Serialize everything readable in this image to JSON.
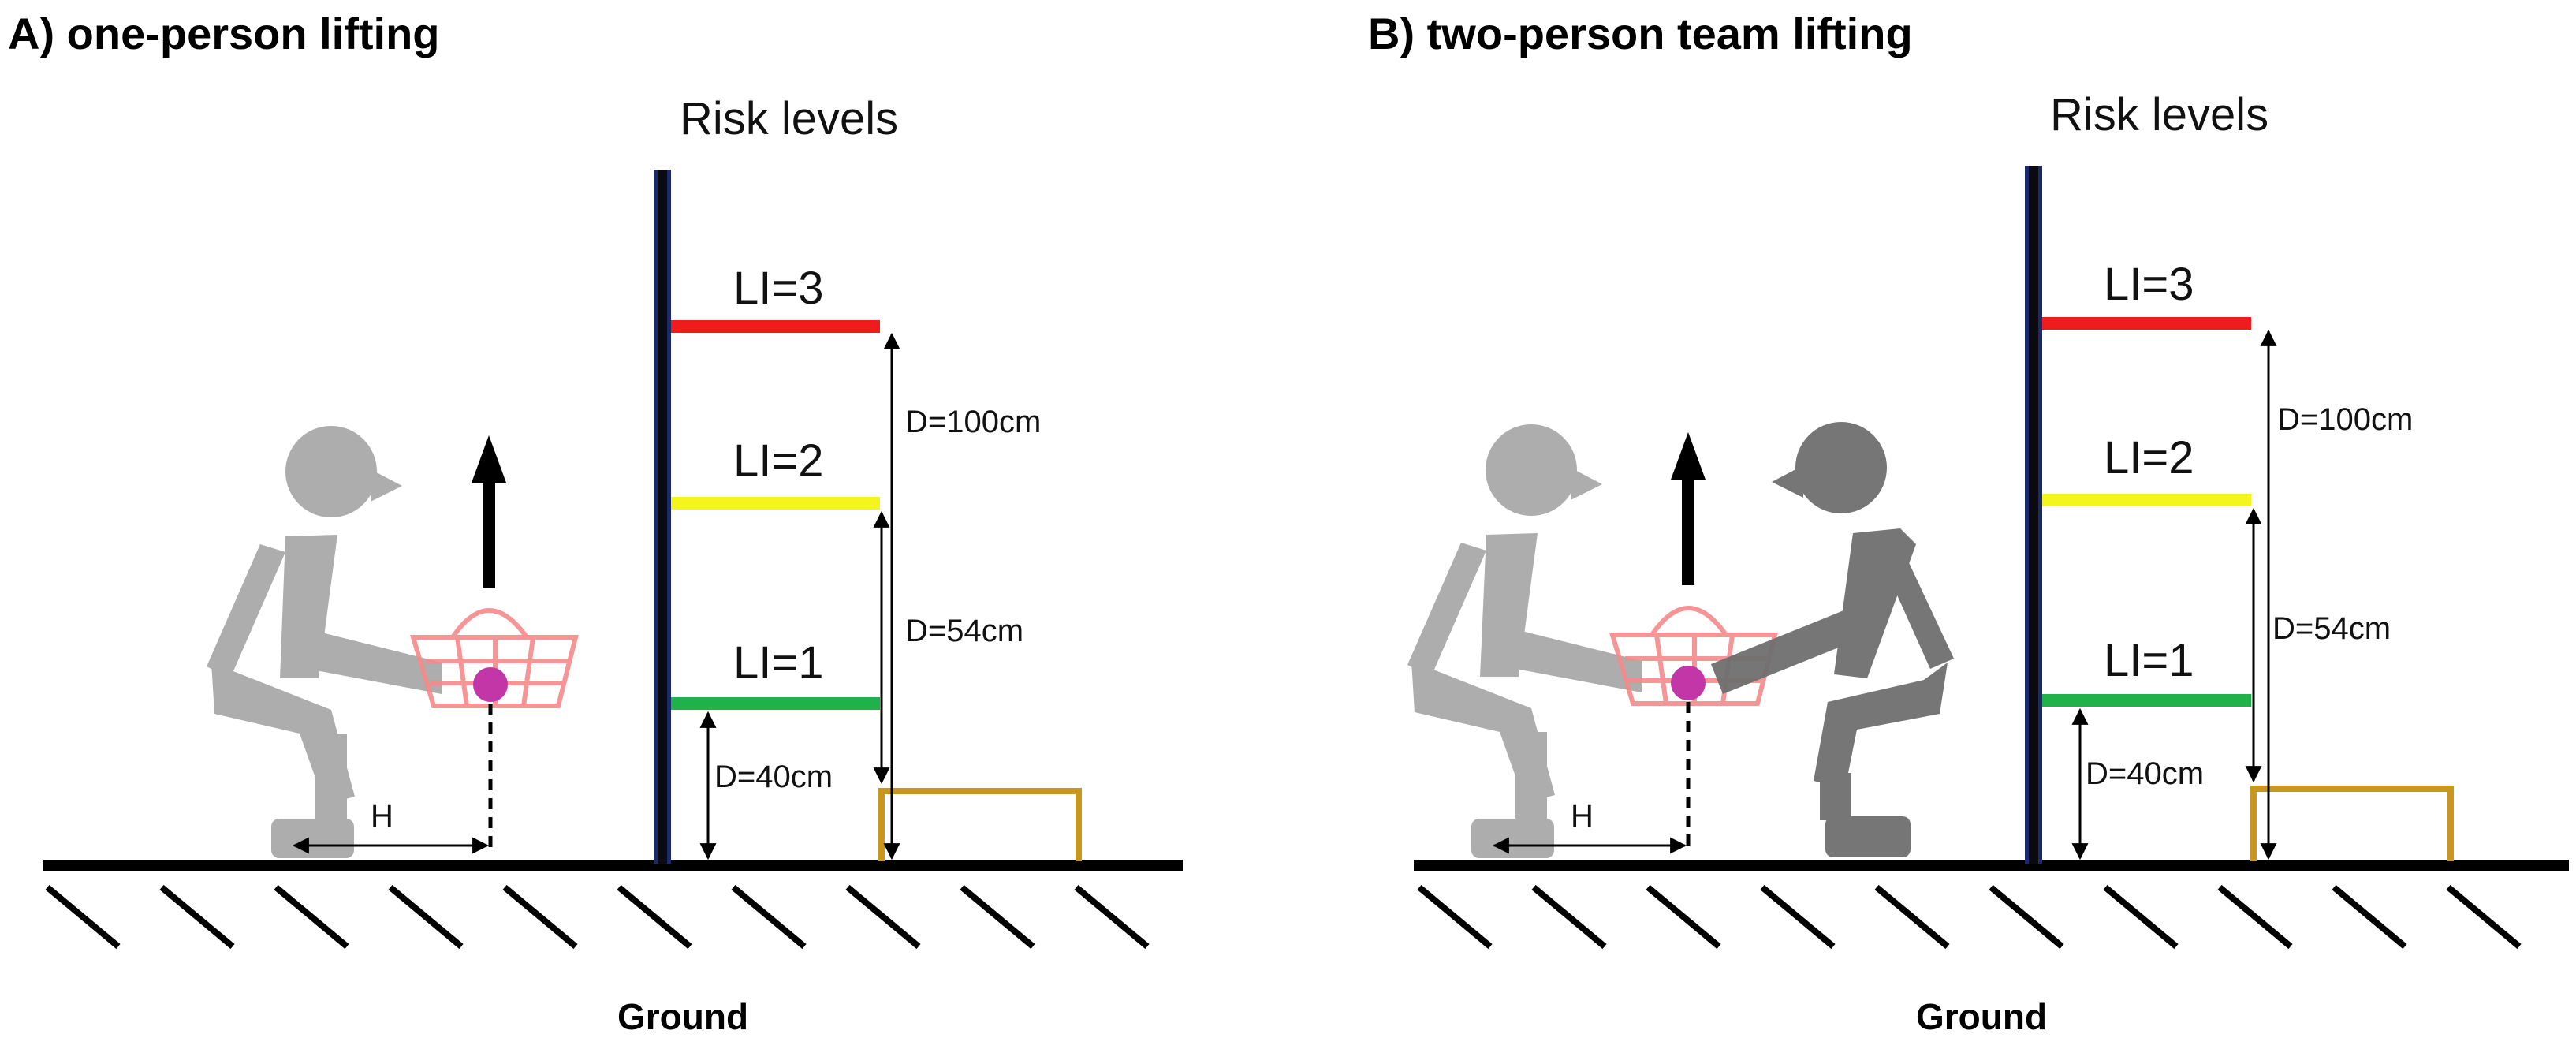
{
  "panels": [
    {
      "title": "A) one-person lifting",
      "risk_title": "Risk levels",
      "levels": [
        {
          "label": "LI=3",
          "color": "#ee1c1c"
        },
        {
          "label": "LI=2",
          "color": "#f5f51e"
        },
        {
          "label": "LI=1",
          "color": "#1fb14a"
        }
      ],
      "distances": [
        "D=100cm",
        "D=54cm",
        "D=40cm"
      ],
      "horizontal_label": "H",
      "ground_label": "Ground",
      "persons": 1
    },
    {
      "title": "B) two-person team lifting",
      "risk_title": "Risk levels",
      "levels": [
        {
          "label": "LI=3",
          "color": "#ee1c1c"
        },
        {
          "label": "LI=2",
          "color": "#f5f51e"
        },
        {
          "label": "LI=1",
          "color": "#1fb14a"
        }
      ],
      "distances": [
        "D=100cm",
        "D=54cm",
        "D=40cm"
      ],
      "horizontal_label": "H",
      "ground_label": "Ground",
      "persons": 2
    }
  ],
  "colors": {
    "pole": "#1a2a6c",
    "box": "#c9961e",
    "basket": "#f48a8a",
    "load_point": "#c236a8",
    "person_light": "#a9a9a9",
    "person_dark": "#6f6f6f"
  }
}
